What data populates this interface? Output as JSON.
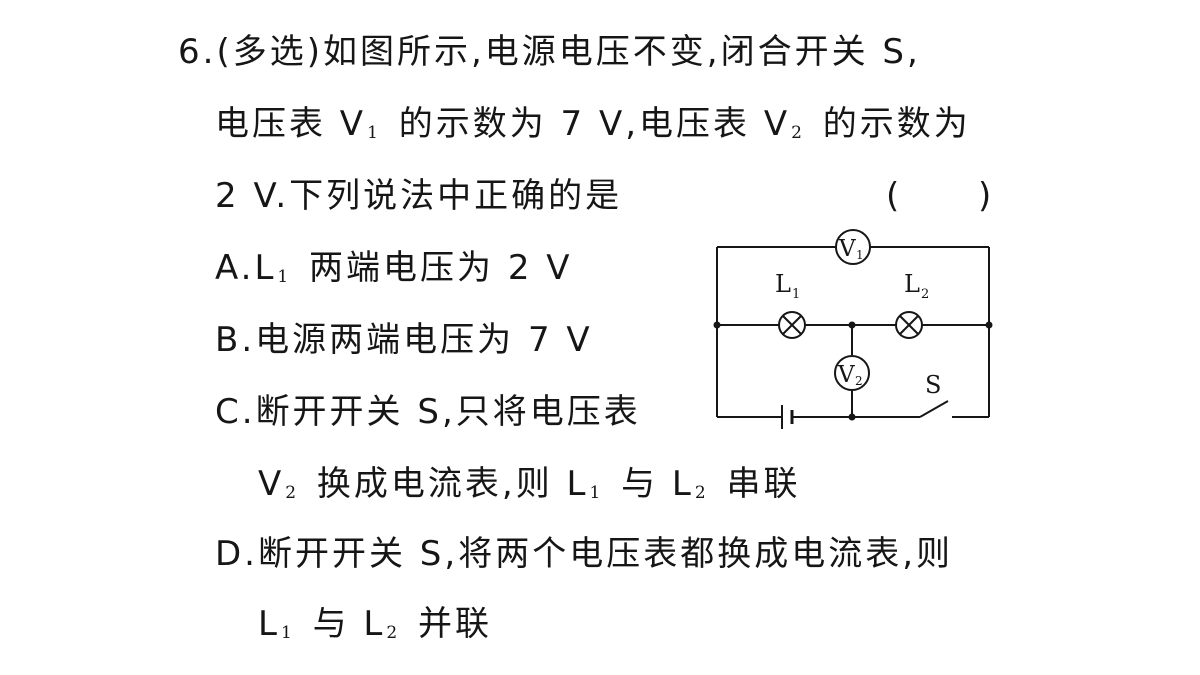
{
  "question": {
    "number": "6.",
    "tag": "(多选)",
    "stem_line1": "如图所示,电源电压不变,闭合开关 S,",
    "stem_line2_a": "电压表 V",
    "stem_line2_b": " 的示数为 7 V,电压表 V",
    "stem_line2_c": " 的示数为",
    "stem_line3": "2 V.下列说法中正确的是",
    "answer_paren_open": "(",
    "answer_paren_close": ")",
    "sub1": "1",
    "sub2": "2"
  },
  "options": {
    "a_letter": "A.",
    "a_text_1": "L",
    "a_text_2": " 两端电压为 2 V",
    "b_letter": "B.",
    "b_text": "电源两端电压为 7 V",
    "c_letter": "C.",
    "c_line1": "断开开关 S,只将电压表",
    "c_line2_a": "V",
    "c_line2_b": " 换成电流表,则 L",
    "c_line2_c": " 与 L",
    "c_line2_d": " 串联",
    "d_letter": "D.",
    "d_line1": "断开开关 S,将两个电压表都换成电流表,则",
    "d_line2_a": "L",
    "d_line2_b": " 与 L",
    "d_line2_c": " 并联"
  },
  "circuit": {
    "v1_label": "V",
    "v1_sub": "1",
    "v2_label": "V",
    "v2_sub": "2",
    "l1_label": "L",
    "l1_sub": "1",
    "l2_label": "L",
    "l2_sub": "2",
    "switch_label": "S"
  }
}
